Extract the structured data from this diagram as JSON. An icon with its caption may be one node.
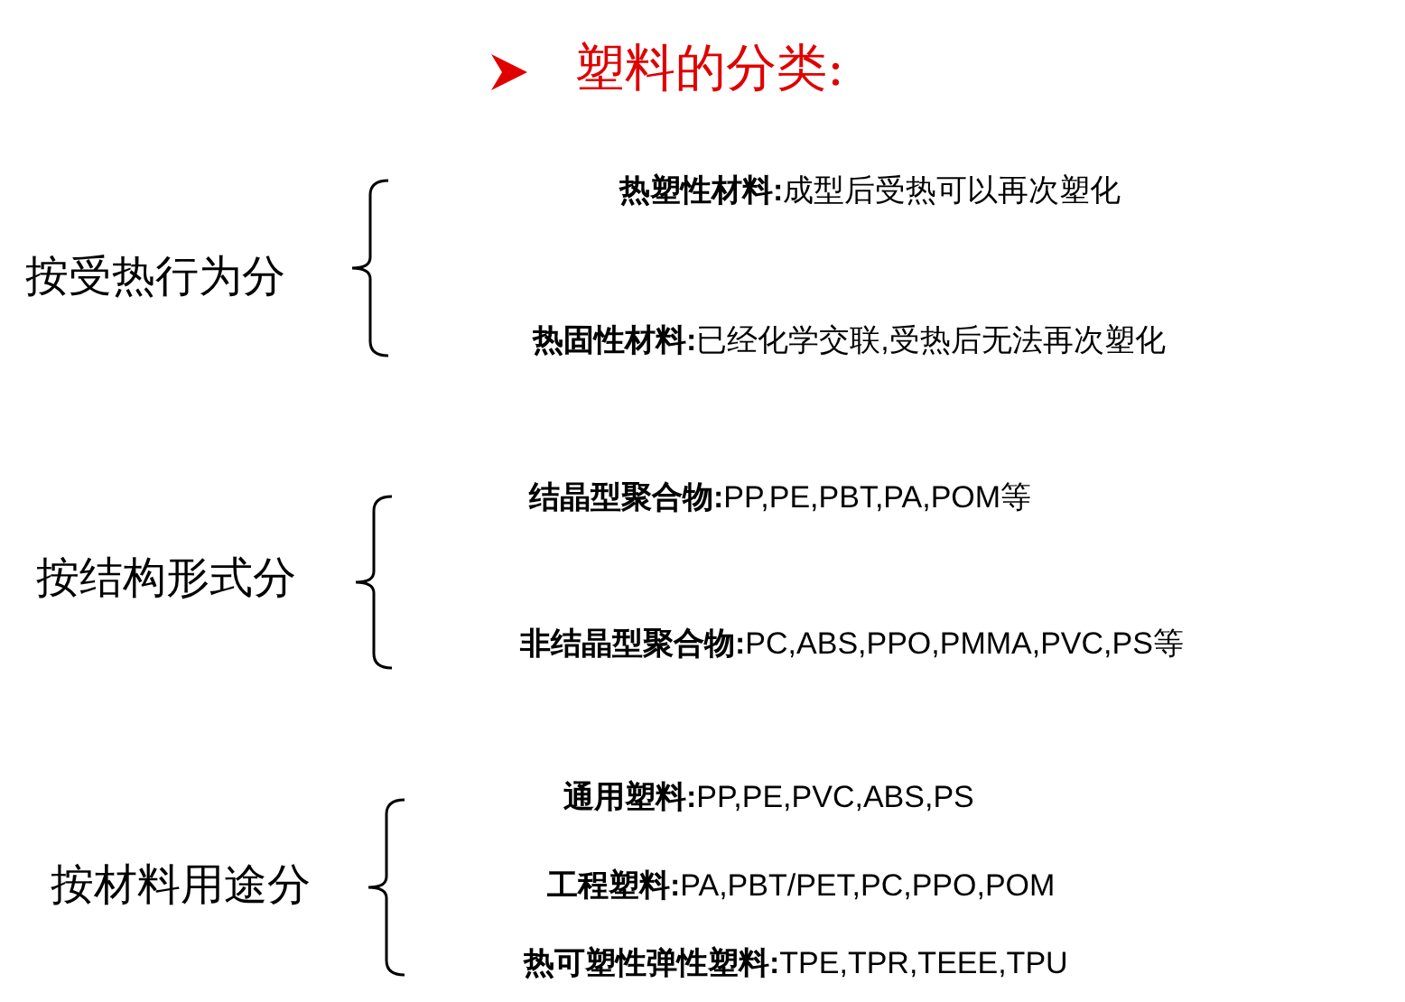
{
  "diagram": {
    "title": "塑料的分类:",
    "labels": [
      "按受热行为分",
      "**热塑性材料:**成型后受热可以再次塑化",
      "**热固性材料:**已经化学交联,受热后无法再次塑化",
      "按结构形式分",
      "**结晶型聚合物:**PP,PE,PBT,PA,POM等",
      "**非结晶型聚合物:**PC,ABS,PPO,PMMA,PVC,PS等",
      "按材料用途分",
      "**通用塑料:**PP,PE,PVC,ABS,PS",
      "**工程塑料:**PA,PBT/PET,PC,PPO,POM",
      "**热可塑性弹性塑料:**TPE,TPR,TEEE,TPU"
    ]
  }
}
